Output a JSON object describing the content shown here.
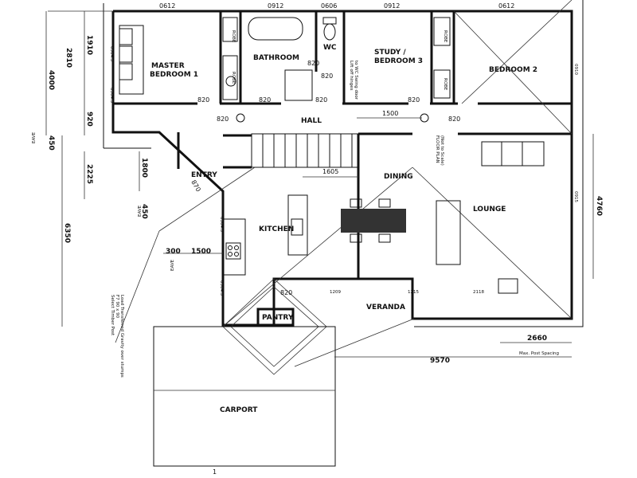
{
  "rooms": {
    "master_bedroom_1": "MASTER",
    "master_bedroom_2": "BEDROOM 1",
    "bathroom": "BATHROOM",
    "wc": "WC",
    "study_1": "STUDY /",
    "study_2": "BEDROOM 3",
    "bedroom2": "BEDROOM 2",
    "hall": "HALL",
    "entry": "ENTRY",
    "dining": "DINING",
    "lounge": "LOUNGE",
    "kitchen": "KITCHEN",
    "pantry": "PANTRY",
    "veranda": "VERANDA",
    "carport": "CARPORT"
  },
  "window_codes": {
    "top_master": "0612",
    "top_bath": "0912",
    "top_wc": "0606",
    "top_study": "0912",
    "top_bed2": "0612",
    "master_left1": "0904.5",
    "master_left2": "0904.5",
    "bed2_right": "0910",
    "lounge_right": "0915",
    "kitchen_left1": "0904.5",
    "kitchen_left2": "0904.5",
    "ver_1": "1209",
    "ver_2": "1215",
    "ver_3": "2118"
  },
  "robe": "ROBE",
  "door_widths": {
    "bath_820": "820",
    "wc_820": "820",
    "study_820": "820",
    "master_820": "820",
    "hall_820_left": "820",
    "hall_820_right": "820",
    "study_820_b": "820",
    "wc_820_b": "820",
    "pantry_820": "820",
    "entry_870": "870"
  },
  "hall_span": "1500",
  "dining_span": "1605",
  "left_dims": {
    "d4000": "4000",
    "d2810": "2810",
    "d1910": "1910",
    "d920": "920",
    "d450": "450",
    "d2225": "2225",
    "d6350": "6350",
    "d1800": "1800",
    "d1500": "1500",
    "d300": "300",
    "d450b": "450"
  },
  "right_dims": {
    "d4760": "4760",
    "d2660": "2660",
    "d9570": "9570"
  },
  "eave": "EAVE",
  "notes": {
    "lift_note_1": "Lift off hinges",
    "lift_note_2": "to WC Swing door",
    "floor_plan_1": "FLOOR PLAN",
    "floor_plan_2": "(Not to Scale)",
    "post_note_1": "Select Timber Post",
    "post_note_2": "F7 90 x 90",
    "post_note_3": "Load Transferred Gravity over stumps",
    "max_post": "Max. Post Spacing"
  },
  "page_mark": "1"
}
